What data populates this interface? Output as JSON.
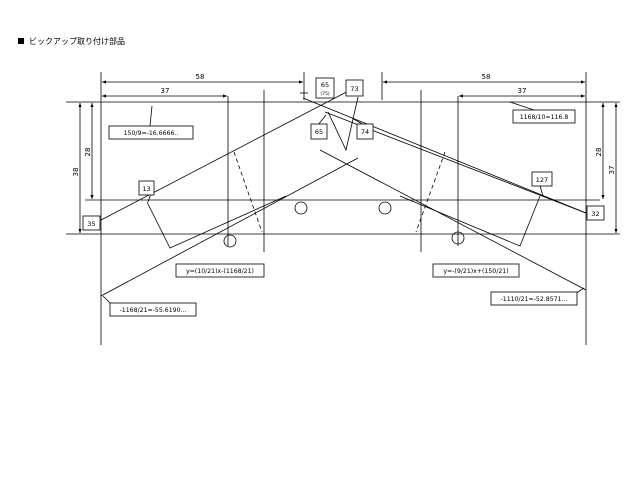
{
  "heading": "ビックアップ取り付け部品",
  "dims": {
    "top_left_58": "58",
    "top_left_37": "37",
    "top_right_58": "58",
    "top_right_37": "37",
    "left_38": "38",
    "left_28": "28",
    "right_28": "28",
    "right_37": "37"
  },
  "boxes": {
    "b65_top": "65",
    "b65_sub": "(75)",
    "b73": "73",
    "b65_mid": "65",
    "b74": "74",
    "b13": "13",
    "b127": "127",
    "b35": "35",
    "b32": "32"
  },
  "formulas": {
    "top_left": "150/9=-16.6666..",
    "top_right": "1168/10=116.8",
    "eq_left": "y=(10/21)x-(1168/21)",
    "eq_right": "y=-(9/21)x+(150/21)",
    "bottom_left": "-1168/21=-55.6190...",
    "bottom_right": "-1110/21=-52.8571..."
  }
}
